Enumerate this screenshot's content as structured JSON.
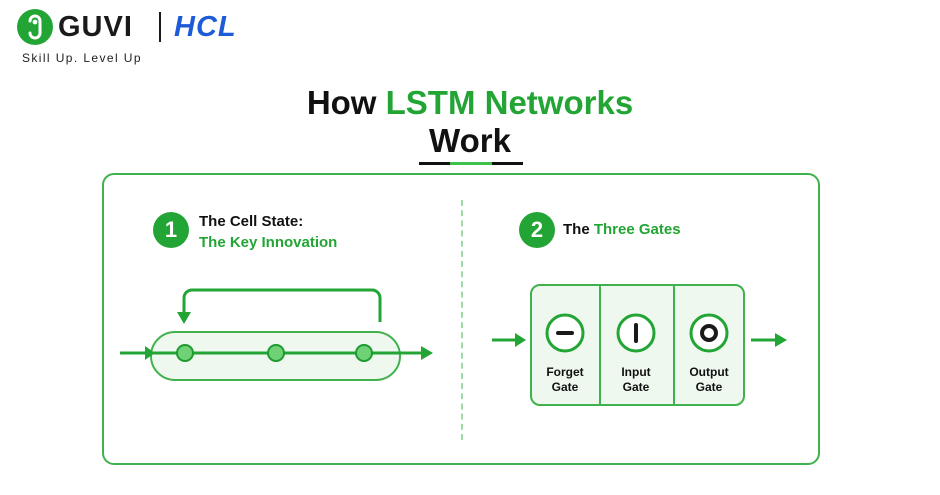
{
  "brand": {
    "name": "GUVI",
    "partner": "HCL",
    "tagline": "Skill Up. Level Up",
    "logo_icon": "guvi-logo-icon",
    "colors": {
      "green": "#22a534",
      "partner_blue": "#1d5cd6"
    }
  },
  "title": {
    "prefix": "How ",
    "highlight": "LSTM Networks",
    "line2": "Work"
  },
  "sections": [
    {
      "number": "1",
      "title": "The Cell State:",
      "subtitle": "The Key Innovation"
    },
    {
      "number": "2",
      "title_prefix": "The ",
      "title_highlight": "Three Gates"
    }
  ],
  "gates": [
    {
      "label_line1": "Forget",
      "label_line2": "Gate",
      "icon": "minus-circle-icon"
    },
    {
      "label_line1": "Input",
      "label_line2": "Gate",
      "icon": "bar-circle-icon"
    },
    {
      "label_line1": "Output",
      "label_line2": "Gate",
      "icon": "ring-circle-icon"
    }
  ]
}
